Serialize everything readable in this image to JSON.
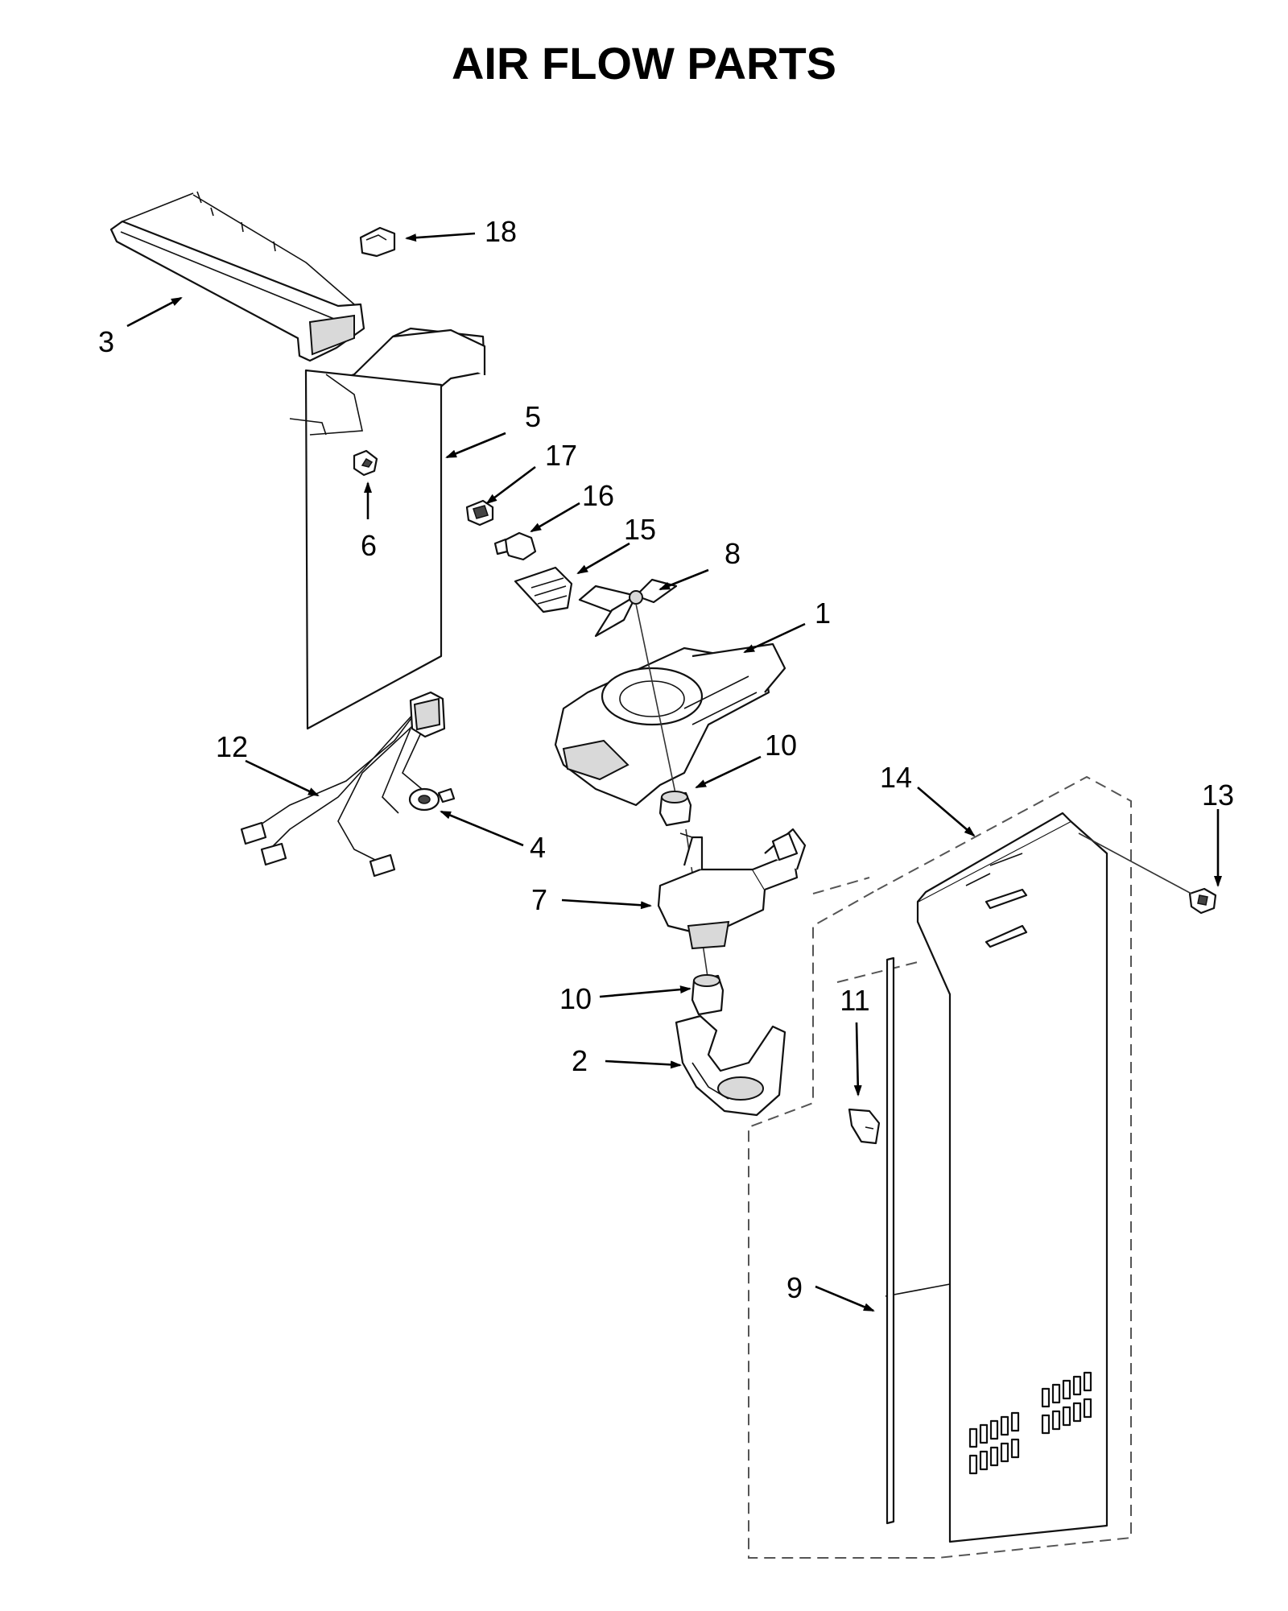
{
  "title": "AIR FLOW PARTS",
  "callouts": [
    "1",
    "2",
    "3",
    "4",
    "5",
    "6",
    "7",
    "8",
    "9",
    "10",
    "10",
    "11",
    "12",
    "13",
    "14",
    "15",
    "16",
    "17",
    "18"
  ],
  "colors": {
    "ink": "#000000",
    "background": "#ffffff",
    "fill": "#d9d9d9"
  }
}
